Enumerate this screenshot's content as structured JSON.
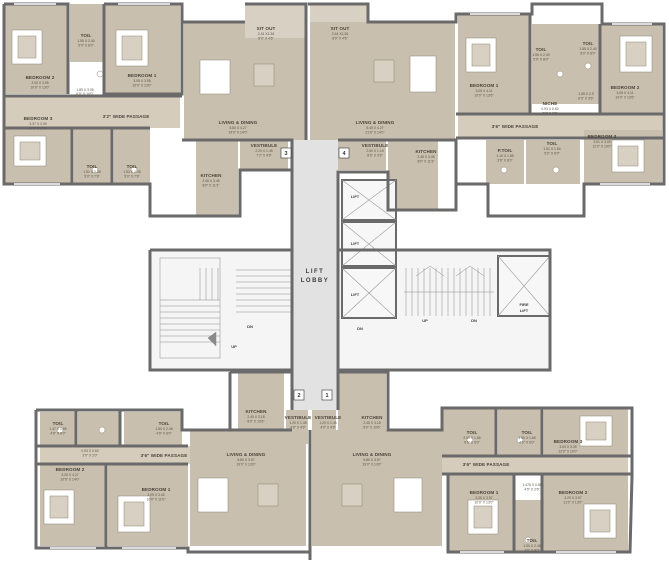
{
  "colors": {
    "room_fill": "#c9bfae",
    "room_fill_light": "#d8d0c2",
    "wall": "#6a6a6a",
    "core_fill": "#f3f3f3",
    "lobby_fill": "#dcdcdc",
    "furniture": "#ffffff",
    "text": "#4a4439"
  },
  "flats": {
    "f1": "1",
    "f2": "2",
    "f3": "3",
    "f4": "4"
  },
  "core": {
    "lift_lobby_l1": "LIFT",
    "lift_lobby_l2": "LOBBY",
    "lift_1": "LIFT",
    "lift_2": "LIFT",
    "lift_3": "LIFT",
    "fire_lift_l1": "FIRE",
    "fire_lift_l2": "LIFT",
    "up_left": "UP",
    "dn_left_1": "DN",
    "dn_left_2": "DN",
    "up_right": "UP",
    "dn_right": "DN"
  },
  "top_left_unit": {
    "bedroom2": {
      "name": "BEDROOM 2",
      "dim1": "3.00 X 3.95",
      "dim2": "10'0\" X 13'0\""
    },
    "bedroom1": {
      "name": "BEDROOM 1",
      "dim1": "3.05 X 3.95",
      "dim2": "10'0\" X 13'0\""
    },
    "toilet_top": {
      "name": "TOIL",
      "dim1": "1.55 X 2.40",
      "dim2": "5'0\" X 8'0\""
    },
    "passage_note": {
      "dim1": "1.85 X 3.05",
      "dim2": "6'0\" X 10'0\""
    },
    "passage": {
      "name": "3'2\" WIDE PASSAGE"
    },
    "bedroom3": {
      "name": "BEDROOM 3",
      "dim1": "3.37 X 3.30",
      "dim2": "11'0\" X 11'0\""
    },
    "toilet_a": {
      "name": "TOIL",
      "dim1": "1.51 X 2.35",
      "dim2": "5'0\" X 7'9\""
    },
    "toilet_b": {
      "name": "TOIL",
      "dim1": "1.53 X 2.35",
      "dim2": "5'0\" X 7'9\""
    },
    "sitout": {
      "name": "SIT OUT",
      "dim1": "2.44 X1.36",
      "dim2": "8'0\" X 4'6\""
    },
    "living": {
      "name": "LIVING & DINING",
      "dim1": "5.80 X 4.27",
      "dim2": "19'0\" X 14'0\""
    },
    "vestibule": {
      "name": "VESTIBULE",
      "dim1": "2.20 X 1.45",
      "dim2": "7'2\" X 4'9\""
    },
    "kitchen": {
      "name": "KITCHEN",
      "dim1": "2.45 X 3.45",
      "dim2": "8'0\" X 11'3\""
    }
  },
  "top_right_unit": {
    "sitout": {
      "name": "SIT OUT",
      "dim1": "2.44 X1.36",
      "dim2": "8'0\" X 4'6\""
    },
    "living": {
      "name": "LIVING & DINING",
      "dim1": "6.45 X 4.27",
      "dim2": "21'0\" X 14'0\""
    },
    "vestibule": {
      "name": "VESTIBULE",
      "dim1": "2.60 X 1.15",
      "dim2": "8'6\" X 3'9\""
    },
    "kitchen": {
      "name": "KITCHEN",
      "dim1": "2.45 X 3.45",
      "dim2": "8'0\" X 11'3\""
    },
    "bedroom1": {
      "name": "BEDROOM 1",
      "dim1": "3.05 X 4.11",
      "dim2": "10'0\" X 13'6\""
    },
    "toilet_a": {
      "name": "TOIL",
      "dim1": "1.55 X 2.40",
      "dim2": "5'0\" X 8'0\""
    },
    "toilet_b": {
      "name": "TOIL",
      "dim1": "1.55 X 2.40",
      "dim2": "5'0\" X 8'0\""
    },
    "bedroom2": {
      "name": "BEDROOM 2",
      "dim1": "3.05 X 4.11",
      "dim2": "10'0\" X 13'6\""
    },
    "niche": {
      "name": "NICHE",
      "dim1": "0.93 X 0.60",
      "dim2": "3'0\" X 2'0\""
    },
    "passage_note": {
      "dim1": "1.85 X 2.9",
      "dim2": "6'0\" X 9'6\""
    },
    "passage": {
      "name": "3'6\" WIDE PASSAGE"
    },
    "ptoil": {
      "name": "P.TOIL",
      "dim1": "1.10 X 1.85",
      "dim2": "3'6\" X 6'0\""
    },
    "toilet_c": {
      "name": "TOIL",
      "dim1": "1.51 X 1.80",
      "dim2": "5'0\" X 6'0\""
    },
    "bedroom3": {
      "name": "BEDROOM 3",
      "dim1": "3.61 X 3.05",
      "dim2": "12'0\" X 10'0\""
    }
  },
  "bottom_left_unit": {
    "toilet_a": {
      "name": "TOIL",
      "dim1": "1.47 X 1.85",
      "dim2": "4'9\" X 6'0\""
    },
    "toilet_b": {
      "name": "TOIL",
      "dim1": "1.50 X 2.45",
      "dim2": "4'9\" X 8'0\""
    },
    "passage_note": {
      "dim1": "0.93 X 0.60",
      "dim2": "3'0\" X 2'0\""
    },
    "passage": {
      "name": "3'6\" WIDE PASSAGE"
    },
    "bedroom2": {
      "name": "BEDROOM 2",
      "dim1": "3.20 X 4.27",
      "dim2": "10'6\" X 14'0\""
    },
    "bedroom1": {
      "name": "BEDROOM 1",
      "dim1": "3.05 X 3.40",
      "dim2": "10'0\" X 11'0\""
    },
    "vestibule": {
      "name": "VESTIBULE",
      "dim1": "1.20 X 1.45",
      "dim2": "4'0\" X 4'9\""
    },
    "kitchen": {
      "name": "KITCHEN",
      "dim1": "2.45 X 3.18",
      "dim2": "8'0\" X 10'6\""
    },
    "living": {
      "name": "LIVING & DINING",
      "dim1": "5.80 X 3.97",
      "dim2": "19'0\" X 13'0\""
    }
  },
  "bottom_right_unit": {
    "vestibule": {
      "name": "VESTIBULE",
      "dim1": "1.20 X 1.45",
      "dim2": "4'0\" X 4'9\""
    },
    "kitchen": {
      "name": "KITCHEN",
      "dim1": "2.45 X 3.18",
      "dim2": "8'0\" X 10'6\""
    },
    "living": {
      "name": "LIVING & DINING",
      "dim1": "5.80 X 3.97",
      "dim2": "19'0\" X 13'0\""
    },
    "toilet_a": {
      "name": "TOIL",
      "dim1": "2.00 X 1.85",
      "dim2": "6'6\" X 6'0\""
    },
    "toilet_b": {
      "name": "TOIL",
      "dim1": "1.50 X 1.85",
      "dim2": "4'9\" X 6'0\""
    },
    "bedroom3": {
      "name": "BEDROOM 3",
      "dim1": "3.00 X 3.05",
      "dim2": "12'0\" X 10'0\""
    },
    "passage": {
      "name": "3'6\" WIDE PASSAGE"
    },
    "passage_note": {
      "dim1": "1.475 X 0.85",
      "dim2": "4'9\" X 2'6\""
    },
    "bedroom1": {
      "name": "BEDROOM 1",
      "dim1": "3.05 X 3.97",
      "dim2": "10'0\" X 13'0\""
    },
    "bedroom2": {
      "name": "BEDROOM 2",
      "dim1": "3.20 X 3.97",
      "dim2": "11'0\" X 13'0\""
    },
    "toilet_c": {
      "name": "TOIL",
      "dim1": "1.50 X 2.45",
      "dim2": "4'9\" X 8'0\""
    }
  }
}
